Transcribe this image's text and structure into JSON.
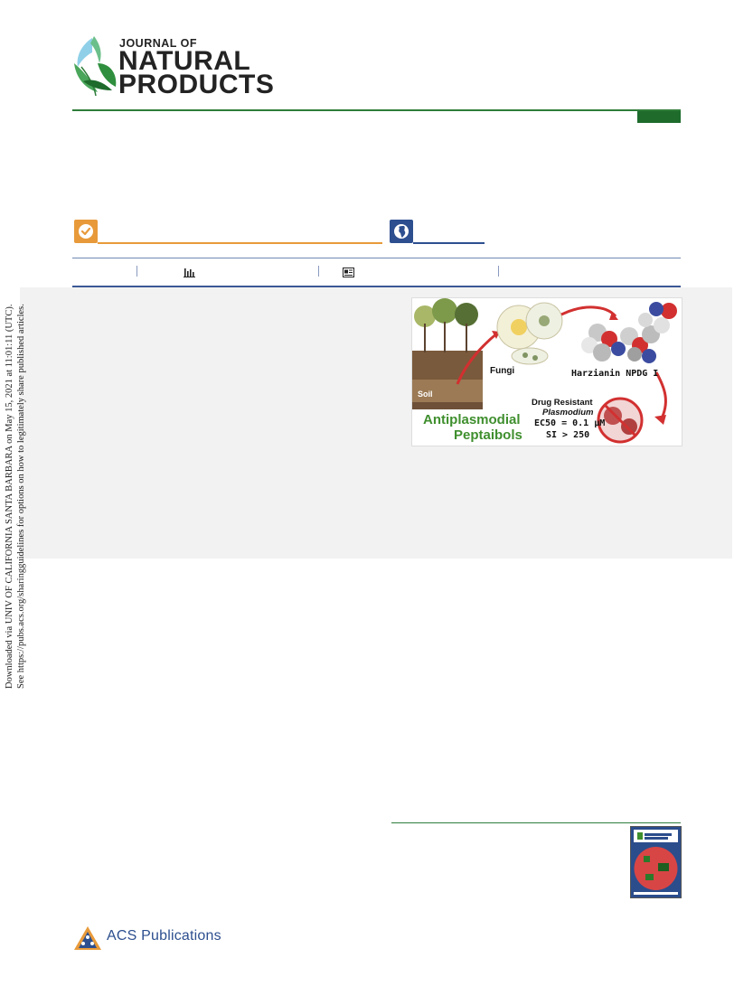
{
  "journal": {
    "line1": "JOURNAL OF",
    "line2": "NATURAL",
    "line3": "PRODUCTS"
  },
  "toc_graphic": {
    "soil_label": "Soil",
    "fungi_label": "Fungi",
    "compound_label": "Harzianin NPDG I",
    "drug_label_1": "Drug Resistant",
    "drug_label_2": "Plasmodium",
    "ec50_label": "EC50 = 0.1 µM",
    "si_label": "SI > 250",
    "title_line1": "Antiplasmodial",
    "title_line2": "Peptaibols"
  },
  "side_notice": {
    "line1": "Downloaded via UNIV OF CALIFORNIA SANTA BARBARA on May 15, 2021 at 11:01:11 (UTC).",
    "line2": "See https://pubs.acs.org/sharingguidelines for options on how to legitimately share published articles."
  },
  "publisher": {
    "name": "ACS Publications"
  },
  "icons": [
    "check-icon",
    "globe-icon",
    "bar-chart-icon",
    "article-icon"
  ],
  "colors": {
    "journal_green": "#2f7d3a",
    "badge_orange": "#e89a3a",
    "badge_blue": "#2d4f8f"
  }
}
